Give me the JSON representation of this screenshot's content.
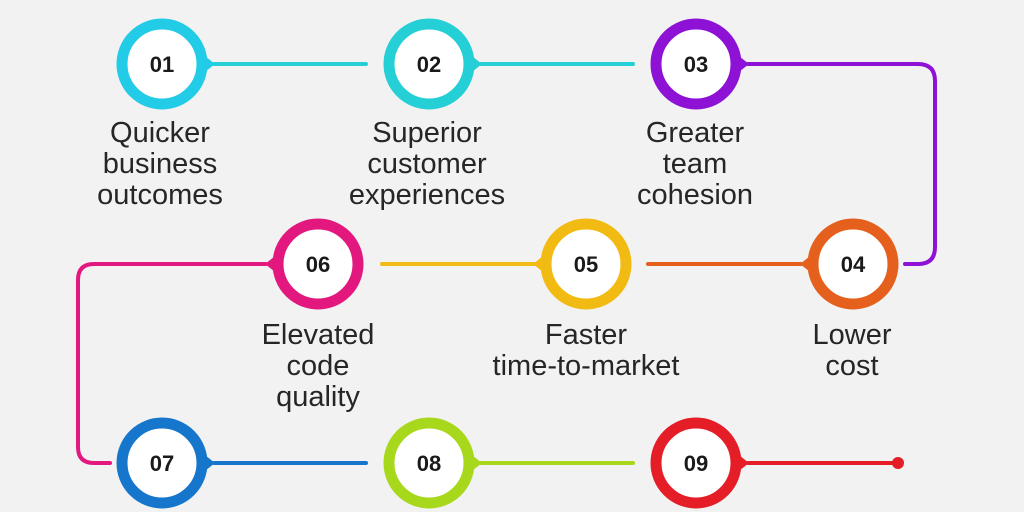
{
  "steps": [
    {
      "number": "01",
      "label": "Quicker\nbusiness\noutcomes",
      "color": "#22cbe6"
    },
    {
      "number": "02",
      "label": "Superior\ncustomer\nexperiences",
      "color": "#24cfd6"
    },
    {
      "number": "03",
      "label": "Greater\nteam\ncohesion",
      "color": "#8e12d6"
    },
    {
      "number": "04",
      "label": "Lower\ncost",
      "color": "#e6601d"
    },
    {
      "number": "05",
      "label": "Faster\ntime-to-market",
      "color": "#f2bb13"
    },
    {
      "number": "06",
      "label": "Elevated\ncode\nquality",
      "color": "#e2187f"
    },
    {
      "number": "07",
      "label": "",
      "color": "#1576cc"
    },
    {
      "number": "08",
      "label": "",
      "color": "#a8d81c"
    },
    {
      "number": "09",
      "label": "",
      "color": "#e51d26"
    }
  ],
  "connector_colors": {
    "c1_2": "#24cfd6",
    "c2_3": "#24cfd6",
    "c3_4": "#8e12d6",
    "c4_5": "#e6601d",
    "c5_6": "#f2bb13",
    "c6_7": "#e2187f",
    "c7_8": "#1576cc",
    "c8_9": "#a8d81c",
    "c9_end": "#e51d26"
  }
}
